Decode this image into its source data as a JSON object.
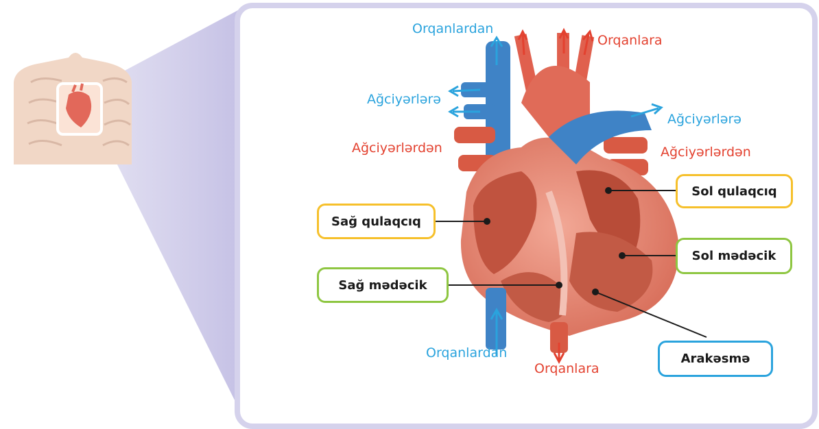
{
  "labels": {
    "top_left_vessel": "Orqanlardan",
    "top_right_vessel": "Orqanlara",
    "lungs_to_left": "Ağciyərlərə",
    "lungs_from_left": "Ağciyərlərdən",
    "lungs_to_right": "Ağciyərlərə",
    "lungs_from_right": "Ağciyərlərdən",
    "bottom_left_vessel": "Orqanlardan",
    "bottom_right_vessel": "Orqanlara"
  },
  "callouts": {
    "left_atrium": "Sol qulaqcıq",
    "right_atrium": "Sağ qulaqcıq",
    "left_ventricle": "Sol mədəcik",
    "right_ventricle": "Sağ mədəcik",
    "septum": "Arakəsmə"
  },
  "colors": {
    "oxygen_poor": "#2aa3dd",
    "oxygen_rich": "#e3412f",
    "atrium_border": "#f6c02b",
    "ventricle_border": "#8ec641",
    "septum_border": "#2aa3dd",
    "heart": "#e8907c"
  }
}
